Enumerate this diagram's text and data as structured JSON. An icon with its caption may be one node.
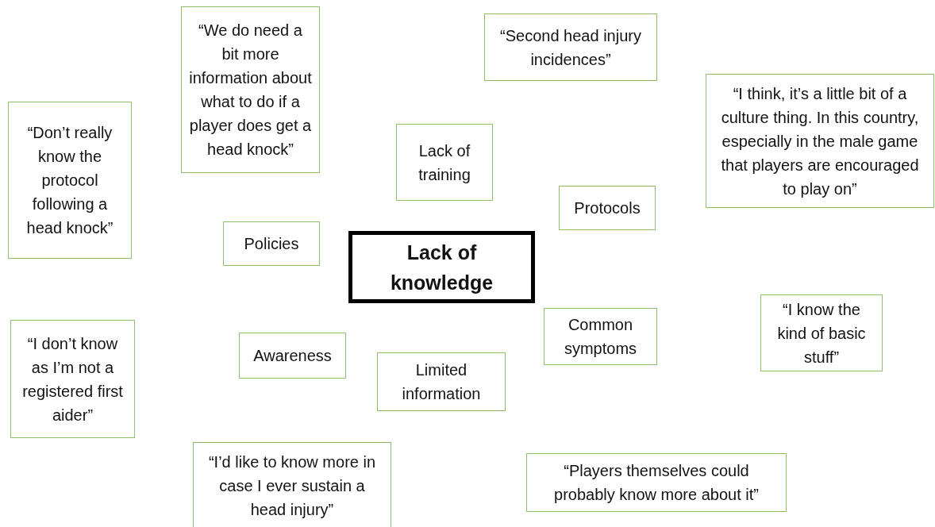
{
  "diagram": {
    "nodes": [
      {
        "text": [
          "“We do need a bit more information about what to do if a player does get a head knock”"
        ]
      },
      {
        "text": [
          "“Second head injury incidences”"
        ]
      },
      {
        "text": [
          "“I think, it’s a little bit of a culture thing. In this country, especially in the male game that players are encouraged to play on”"
        ]
      },
      {
        "text": [
          "“Don’t really know the protocol following a head knock”"
        ]
      },
      {
        "text": [
          "Lack of training"
        ]
      },
      {
        "text": [
          "Protocols"
        ]
      },
      {
        "text": [
          "Policies"
        ]
      },
      {
        "text": [
          "Lack of knowledge"
        ]
      },
      {
        "text": [
          "“I know the kind of basic stuff”"
        ]
      },
      {
        "text": [
          "Common symptoms"
        ]
      },
      {
        "text": [
          "“I don’t know as I’m not a registered first aider”"
        ]
      },
      {
        "text": [
          "Awareness"
        ]
      },
      {
        "text": [
          "Limited information"
        ]
      },
      {
        "text": [
          "“I’d like to know more in case I ever sustain a head injury”"
        ]
      },
      {
        "text": [
          "“Players themselves could probably know more about it”"
        ]
      }
    ]
  }
}
